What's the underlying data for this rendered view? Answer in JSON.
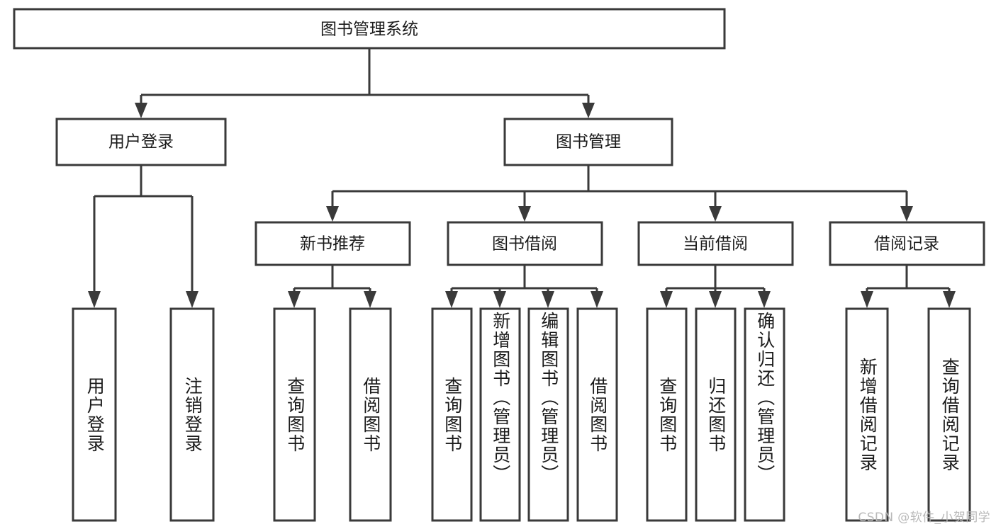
{
  "diagram": {
    "type": "tree",
    "title": "图书管理系统",
    "orientation": "top-down",
    "root": {
      "id": "root",
      "label": "图书管理系统",
      "text_direction": "horizontal"
    },
    "level2": [
      {
        "id": "user-login",
        "label": "用户登录",
        "text_direction": "horizontal"
      },
      {
        "id": "book-management",
        "label": "图书管理",
        "text_direction": "horizontal"
      }
    ],
    "level3": [
      {
        "id": "new-book-recommend",
        "label": "新书推荐",
        "text_direction": "horizontal",
        "parent": "book-management"
      },
      {
        "id": "book-borrow",
        "label": "图书借阅",
        "text_direction": "horizontal",
        "parent": "book-management"
      },
      {
        "id": "current-borrow",
        "label": "当前借阅",
        "text_direction": "horizontal",
        "parent": "book-management"
      },
      {
        "id": "borrow-record",
        "label": "借阅记录",
        "text_direction": "horizontal",
        "parent": "book-management"
      }
    ],
    "leaves": [
      {
        "id": "leaf-user-login",
        "label": "用户登录",
        "parent": "user-login",
        "text_direction": "vertical"
      },
      {
        "id": "leaf-logout-login",
        "label": "注销登录",
        "parent": "user-login",
        "text_direction": "vertical"
      },
      {
        "id": "leaf-query-book-1",
        "label": "查询图书",
        "parent": "new-book-recommend",
        "text_direction": "vertical"
      },
      {
        "id": "leaf-borrow-book-1",
        "label": "借阅图书",
        "parent": "new-book-recommend",
        "text_direction": "vertical"
      },
      {
        "id": "leaf-query-book-2",
        "label": "查询图书",
        "parent": "book-borrow",
        "text_direction": "vertical"
      },
      {
        "id": "leaf-add-book-admin",
        "label": "新增图书（管理员）",
        "parent": "book-borrow",
        "text_direction": "vertical"
      },
      {
        "id": "leaf-edit-book-admin",
        "label": "编辑图书（管理员）",
        "parent": "book-borrow",
        "text_direction": "vertical"
      },
      {
        "id": "leaf-borrow-book-2",
        "label": "借阅图书",
        "parent": "book-borrow",
        "text_direction": "vertical"
      },
      {
        "id": "leaf-query-book-3",
        "label": "查询图书",
        "parent": "current-borrow",
        "text_direction": "vertical"
      },
      {
        "id": "leaf-return-book",
        "label": "归还图书",
        "parent": "current-borrow",
        "text_direction": "vertical"
      },
      {
        "id": "leaf-confirm-return-admin",
        "label": "确认归还（管理员）",
        "parent": "current-borrow",
        "text_direction": "vertical"
      },
      {
        "id": "leaf-add-borrow-record",
        "label": "新增借阅记录",
        "parent": "borrow-record",
        "text_direction": "vertical"
      },
      {
        "id": "leaf-query-borrow-record",
        "label": "查询借阅记录",
        "parent": "borrow-record",
        "text_direction": "vertical"
      }
    ]
  },
  "watermark": {
    "text": "CSDN @软件_小贺同学"
  },
  "colors": {
    "box_stroke": "#3a3a3a",
    "box_fill": "#ffffff",
    "connector": "#3a3a3a",
    "text": "#1b1b1b",
    "background": "#ffffff",
    "watermark": "#b9b9b9"
  }
}
